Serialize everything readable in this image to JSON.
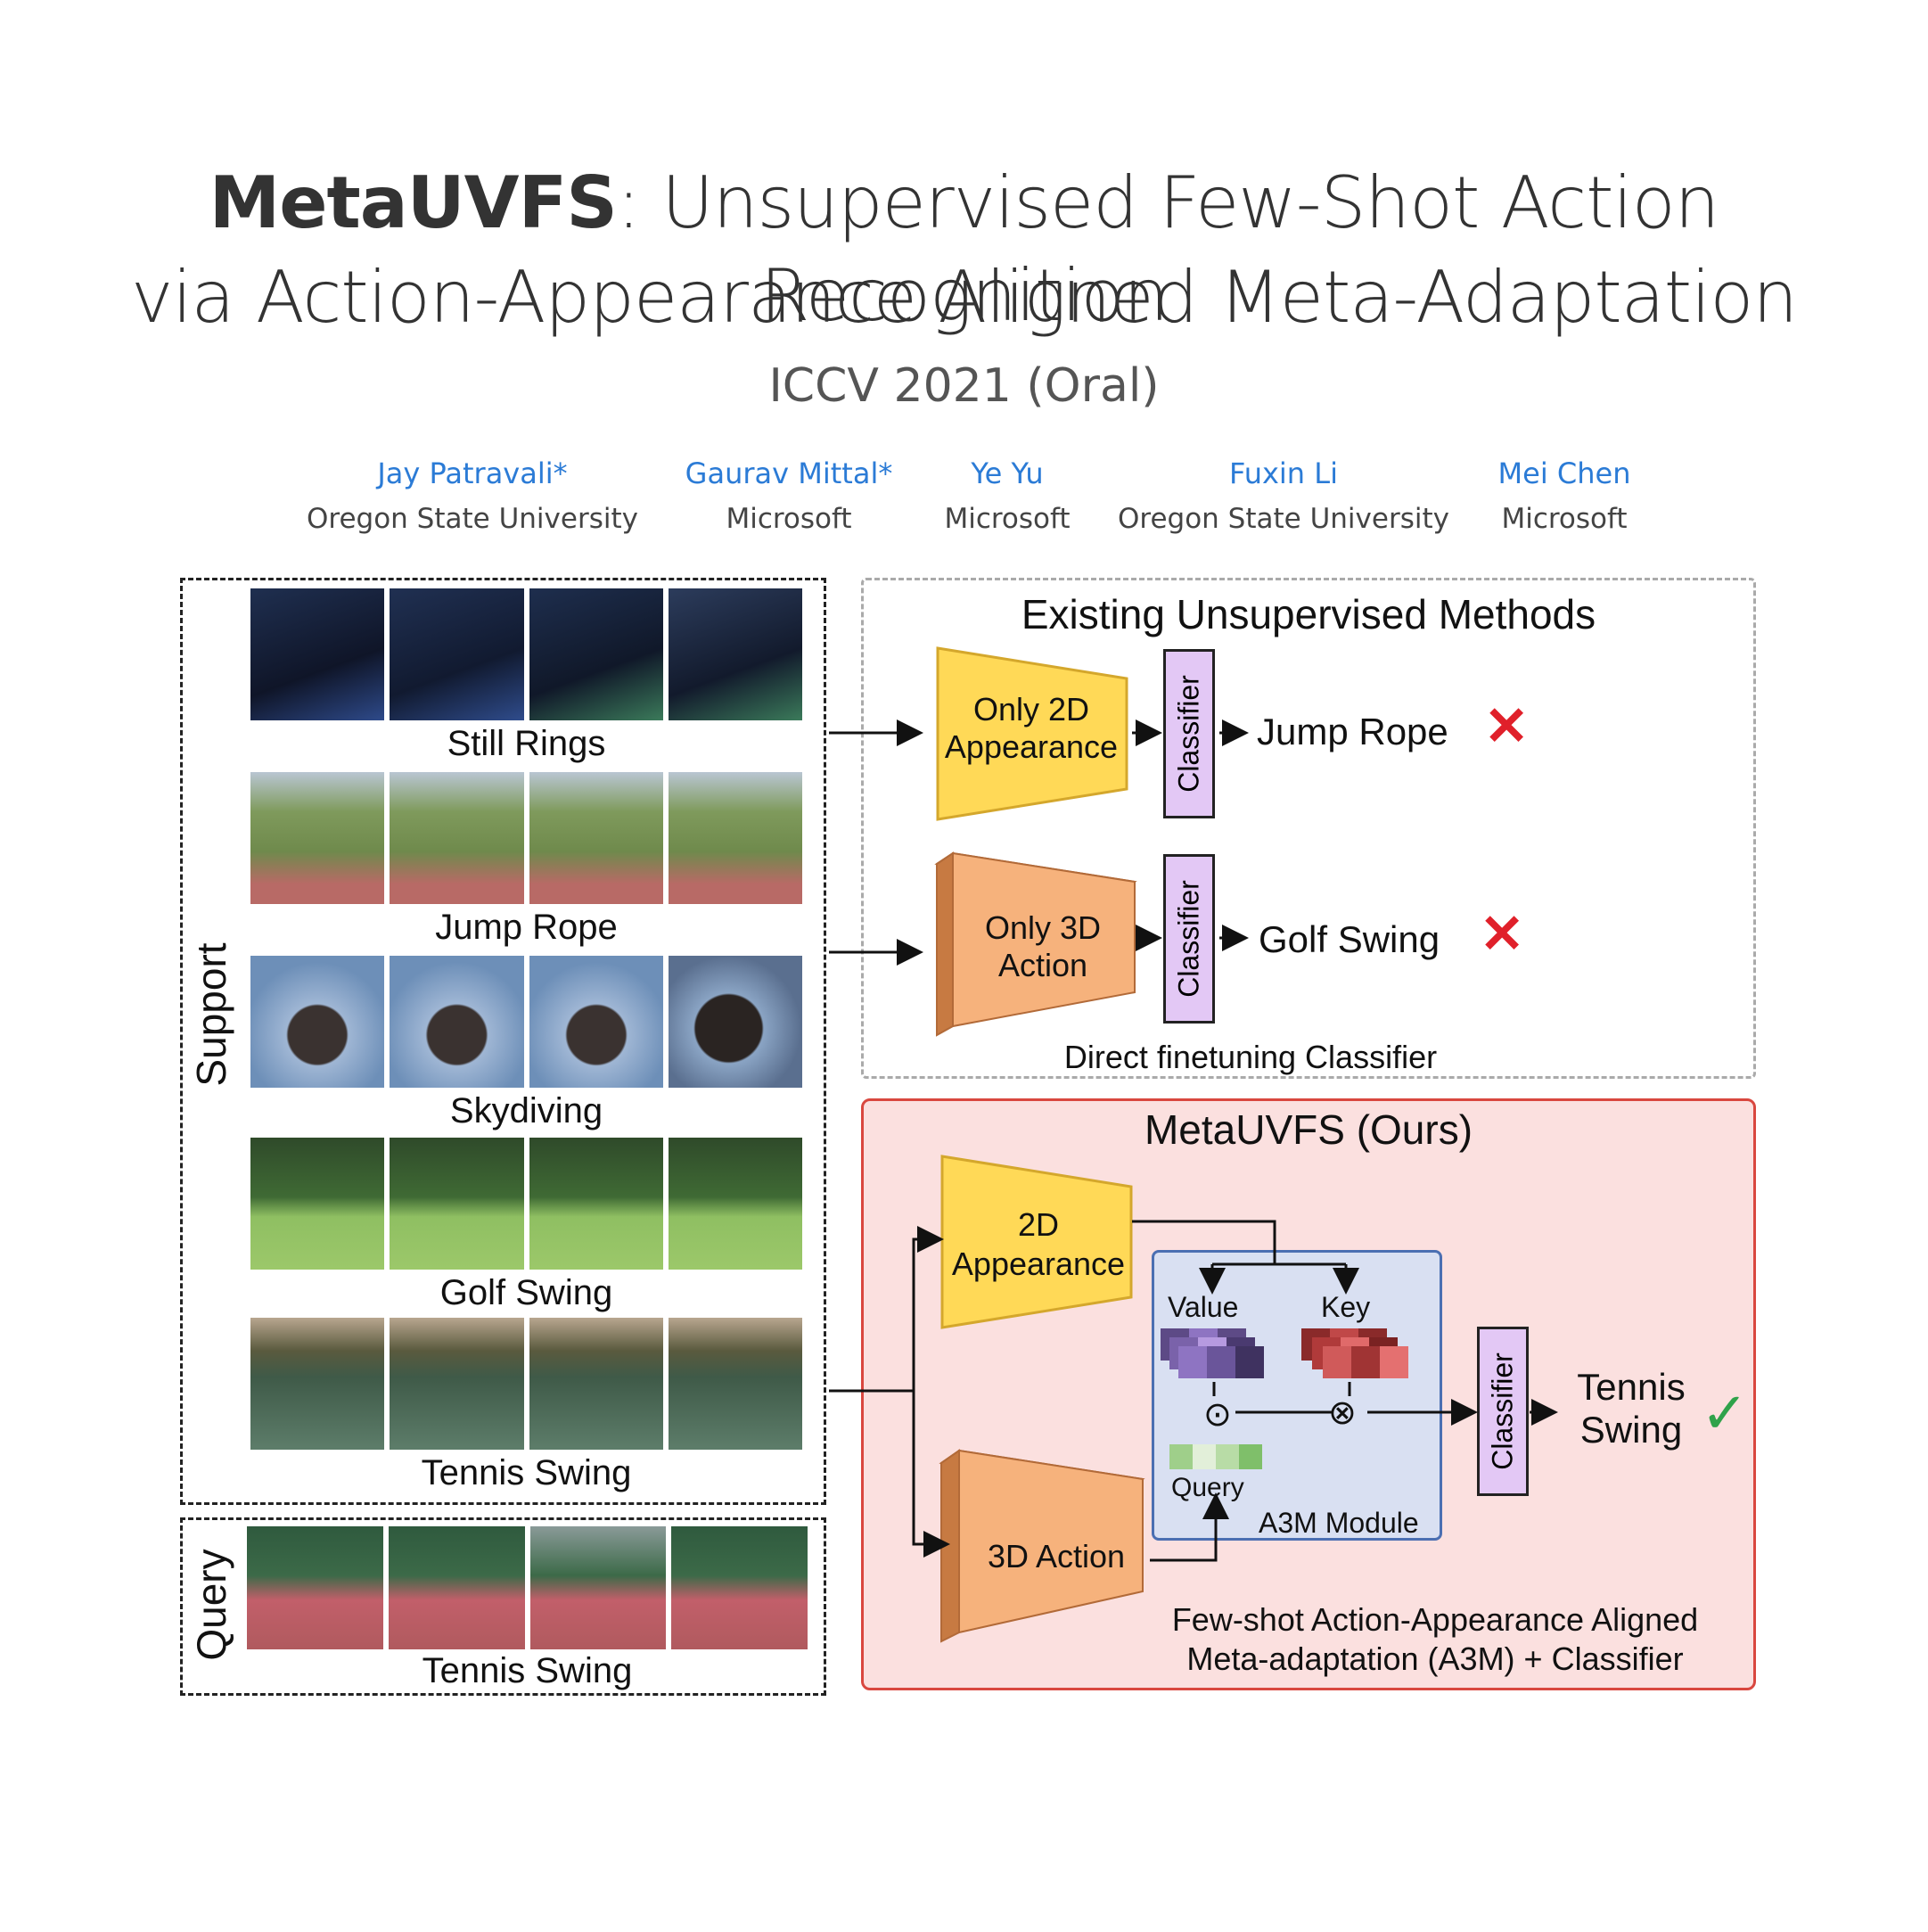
{
  "title": {
    "bold": "MetaUVFS",
    "line1_rest": ": Unsupervised Few-Shot Action Recognition",
    "line2": "via Action-Appearance Aligned Meta-Adaptation"
  },
  "venue": "ICCV 2021 (Oral)",
  "authors": [
    {
      "name": "Jay Patravali*",
      "affiliation": "Oregon State University"
    },
    {
      "name": "Gaurav Mittal*",
      "affiliation": "Microsoft"
    },
    {
      "name": "Ye Yu",
      "affiliation": "Microsoft"
    },
    {
      "name": "Fuxin Li",
      "affiliation": "Oregon State University"
    },
    {
      "name": "Mei Chen",
      "affiliation": "Microsoft"
    }
  ],
  "support": {
    "label": "Support",
    "rows": [
      {
        "caption": "Still Rings",
        "colors": [
          "#1c2a44",
          "#1d2c48",
          "#1c2b46",
          "#2a3a5a"
        ]
      },
      {
        "caption": "Jump Rope",
        "colors": [
          "#8a9a6a",
          "#8d9c6c",
          "#8b9a69",
          "#8c9b6b"
        ]
      },
      {
        "caption": "Skydiving",
        "colors": [
          "#6d8fb8",
          "#6f91ba",
          "#6e90b9",
          "#5a6f8f"
        ]
      },
      {
        "caption": "Golf Swing",
        "colors": [
          "#4e7a3c",
          "#527e40",
          "#507c3e",
          "#517d3f"
        ]
      },
      {
        "caption": "Tennis Swing",
        "colors": [
          "#3f5a48",
          "#405b49",
          "#3e5947",
          "#405a49"
        ]
      }
    ]
  },
  "query": {
    "label": "Query",
    "caption": "Tennis Swing",
    "colors": [
      "#b05a5e",
      "#b35d61",
      "#b25c60",
      "#b05a5e"
    ]
  },
  "existing": {
    "title": "Existing Unsupervised Methods",
    "appearance": "Only 2D Appearance",
    "action": "Only 3D Action",
    "classifier": "Classifier",
    "pred1": "Jump Rope",
    "pred2": "Golf Swing",
    "wrong_mark": "✕",
    "footer": "Direct finetuning Classifier"
  },
  "ours": {
    "title": "MetaUVFS (Ours)",
    "appearance": "2D Appearance",
    "action": "3D Action",
    "value": "Value",
    "key": "Key",
    "query": "Query",
    "module": "A3M Module",
    "classifier": "Classifier",
    "pred": "Tennis Swing",
    "ok_mark": "✓",
    "dot_op": "⊙",
    "cross_op": "⊗",
    "footer_line1": "Few-shot Action-Appearance Aligned",
    "footer_line2": "Meta-adaptation (A3M) + Classifier"
  }
}
